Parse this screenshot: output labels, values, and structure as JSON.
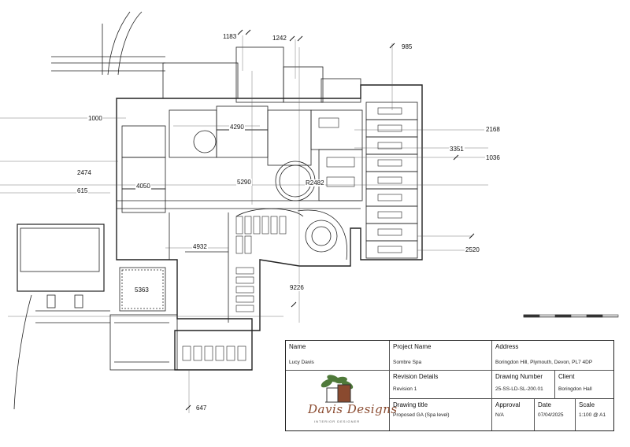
{
  "dimensions": {
    "d1183": "1183",
    "d1242": "1242",
    "d985": "985",
    "d1000": "1000",
    "d4290": "4290",
    "d2168": "2168",
    "d3351": "3351",
    "d1036": "1036",
    "d2474": "2474",
    "d4050": "4050",
    "d5290": "5290",
    "dR2482": "R2482",
    "d615": "615",
    "d4932": "4932",
    "d2520": "2520",
    "d5363": "5363",
    "d9226": "9226",
    "d647": "647"
  },
  "title_block": {
    "name_label": "Name",
    "name_value": "Lucy Davis",
    "project_label": "Project Name",
    "project_value": "Sombre Spa",
    "address_label": "Address",
    "address_value": "Boringdon Hill, Plymouth, Devon, PL7 4DP",
    "revision_label": "Revision Details",
    "revision_value": "Revision 1",
    "drawing_number_label": "Drawing Number",
    "drawing_number_value": "25-SS-LD-SL-200.01",
    "client_label": "Client",
    "client_value": "Boringdon Hall",
    "drawing_title_label": "Drawing title",
    "drawing_title_value": "Proposed GA (Spa level)",
    "approval_label": "Approval",
    "approval_value": "N/A",
    "date_label": "Date",
    "date_value": "07/04/2025",
    "scale_label": "Scale",
    "scale_value": "1:100 @ A1"
  },
  "logo": {
    "brand": "Davis Designs",
    "tagline": "INTERIOR DESIGNER",
    "colors": {
      "brand": "#8a4a2f",
      "leaf": "#4f7a3a",
      "line": "#333333"
    }
  }
}
